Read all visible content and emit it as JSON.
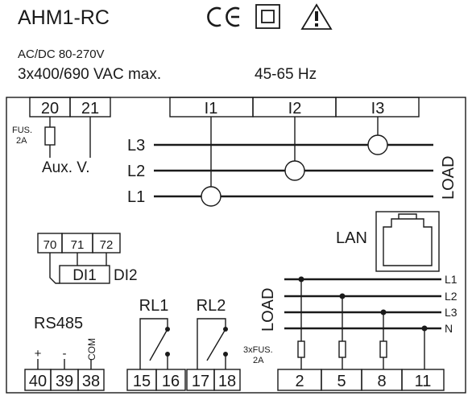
{
  "header": {
    "model": "AHM1-RC",
    "supply": "AC/DC 80-270V",
    "voltage": "3x400/690 VAC max.",
    "frequency": "45-65 Hz",
    "marks": [
      "ce-mark-icon",
      "double-insulation-icon",
      "warning-triangle-icon"
    ]
  },
  "aux": {
    "terminals": [
      "20",
      "21"
    ],
    "fuse_label_1": "FUS.",
    "fuse_label_2": "2A",
    "label": "Aux. V."
  },
  "current_inputs": {
    "terminals": [
      "I1",
      "I2",
      "I3"
    ],
    "phases": [
      "L3",
      "L2",
      "L1"
    ],
    "load_label": "LOAD"
  },
  "lan": {
    "label": "LAN"
  },
  "digital_inputs": {
    "terminals": [
      "70",
      "71",
      "72"
    ],
    "labels": [
      "DI1",
      "DI2"
    ]
  },
  "rs485": {
    "title": "RS485",
    "signals": [
      "+",
      "-",
      "COM"
    ],
    "terminals": [
      "40",
      "39",
      "38"
    ]
  },
  "relays": {
    "labels": [
      "RL1",
      "RL2"
    ],
    "terminals": [
      "15",
      "16",
      "17",
      "18"
    ]
  },
  "voltage_inputs": {
    "load_label": "LOAD",
    "lines": [
      "L1",
      "L2",
      "L3",
      "N"
    ],
    "fuse_label_1": "3xFUS.",
    "fuse_label_2": "2A",
    "terminals": [
      "2",
      "5",
      "8",
      "11"
    ]
  }
}
